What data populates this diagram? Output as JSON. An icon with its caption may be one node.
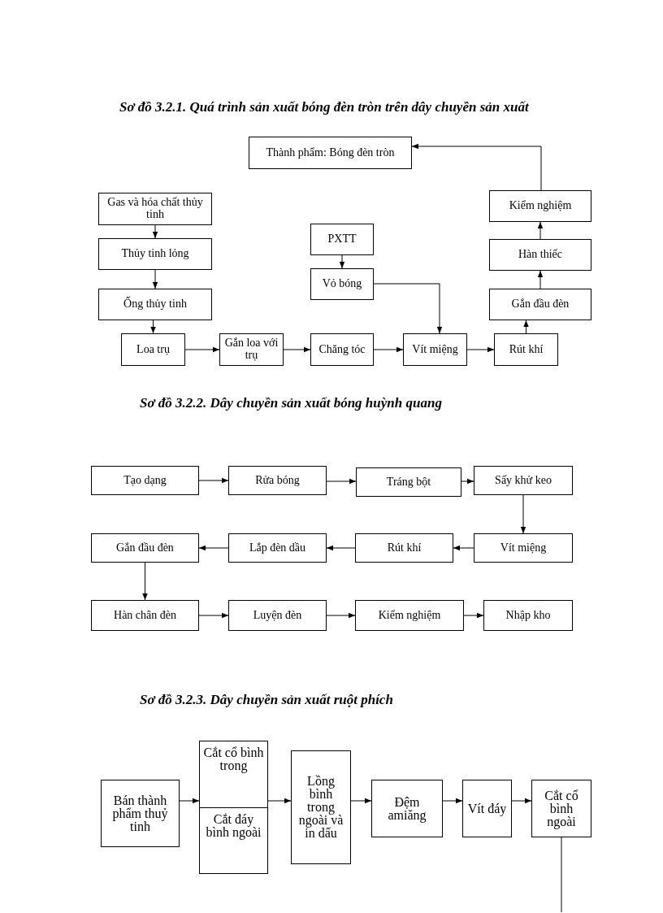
{
  "diagram": {
    "title": "Sơ đồ 3.2.1. Quá trình sản xuất bóng đèn tròn trên dây chuyền sản xuất",
    "nodes": [
      {
        "text": [
          "Thành phẩm: Bóng đèn tròn"
        ]
      },
      {
        "text": [
          "Gas và hóa chất thủy tinh"
        ]
      },
      {
        "text": [
          "Thủy tinh lỏng"
        ]
      },
      {
        "text": [
          "Ống thủy tinh"
        ]
      },
      {
        "text": [
          "Loa trụ"
        ]
      },
      {
        "text": [
          "Gắn loa với trụ"
        ]
      },
      {
        "text": [
          "PXTT"
        ]
      },
      {
        "text": [
          "Vỏ bóng"
        ]
      },
      {
        "text": [
          "Chăng tóc"
        ]
      },
      {
        "text": [
          "Vít miệng"
        ]
      },
      {
        "text": [
          "Rút khí"
        ]
      },
      {
        "text": [
          "Gắn đầu đèn"
        ]
      },
      {
        "text": [
          "Hàn thiếc"
        ]
      },
      {
        "text": [
          "Kiểm nghiệm"
        ]
      },
      {
        "text": [
          "Tạo dạng"
        ]
      },
      {
        "text": [
          "Rửa bóng"
        ]
      },
      {
        "text": [
          "Tráng bột"
        ]
      },
      {
        "text": [
          "Sấy khử keo"
        ]
      },
      {
        "text": [
          "Gắn đầu đèn"
        ]
      },
      {
        "text": [
          "Lắp đèn dầu"
        ]
      },
      {
        "text": [
          "Rút khí"
        ]
      },
      {
        "text": [
          "Vít miệng"
        ]
      },
      {
        "text": [
          "Hàn chân đèn"
        ]
      },
      {
        "text": [
          "Luyện đèn"
        ]
      },
      {
        "text": [
          "Kiểm nghiệm"
        ]
      },
      {
        "text": [
          "Nhập kho"
        ]
      },
      {
        "text": [
          "Bán thành phẩm thuỷ tinh"
        ]
      },
      {
        "text": [
          "Cắt cổ bình trong",
          "Cắt đáy bình ngoài"
        ]
      },
      {
        "text": [
          "Lồng bình trong ngoài và in dấu"
        ]
      },
      {
        "text": [
          "Đệm amiăng"
        ]
      },
      {
        "text": [
          "Vít đáy"
        ]
      },
      {
        "text": [
          "Cắt cổ bình ngoài"
        ]
      }
    ],
    "edges": [
      {
        "from": 1,
        "to": 2,
        "arrow": "to"
      },
      {
        "from": 2,
        "to": 3,
        "arrow": "to"
      },
      {
        "from": 3,
        "to": 4,
        "arrow": "to"
      },
      {
        "from": 4,
        "to": 5,
        "arrow": "to"
      },
      {
        "from": 5,
        "to": 8,
        "arrow": "to"
      },
      {
        "from": 8,
        "to": 9,
        "arrow": "to"
      },
      {
        "from": 9,
        "to": 10,
        "arrow": "to"
      },
      {
        "from": 6,
        "to": 7,
        "arrow": "to"
      },
      {
        "from": 7,
        "to": 9,
        "arrow": "to"
      },
      {
        "from": 10,
        "to": 11,
        "arrow": "to"
      },
      {
        "from": 11,
        "to": 12,
        "arrow": "to"
      },
      {
        "from": 12,
        "to": 13,
        "arrow": "to"
      },
      {
        "from": 13,
        "to": 0,
        "arrow": "to"
      },
      {
        "from": 14,
        "to": 15,
        "arrow": "to"
      },
      {
        "from": 15,
        "to": 16,
        "arrow": "to"
      },
      {
        "from": 16,
        "to": 17,
        "arrow": "to"
      },
      {
        "from": 17,
        "to": 21,
        "arrow": "to"
      },
      {
        "from": 21,
        "to": 20,
        "arrow": "to"
      },
      {
        "from": 20,
        "to": 19,
        "arrow": "to"
      },
      {
        "from": 19,
        "to": 18,
        "arrow": "to"
      },
      {
        "from": 18,
        "to": 22,
        "arrow": "to"
      },
      {
        "from": 22,
        "to": 23,
        "arrow": "to"
      },
      {
        "from": 23,
        "to": 24,
        "arrow": "to"
      },
      {
        "from": 24,
        "to": 25,
        "arrow": "to"
      },
      {
        "from": 26,
        "to": 27,
        "arrow": "to"
      },
      {
        "from": 27,
        "to": 28,
        "arrow": "to"
      },
      {
        "from": 28,
        "to": 29,
        "arrow": "to"
      },
      {
        "from": 29,
        "to": 30,
        "arrow": "to"
      },
      {
        "from": 30,
        "to": 31,
        "arrow": "to"
      },
      {
        "from": 31,
        "to": null,
        "arrow": "none"
      }
    ],
    "labels": [
      "Sơ đồ 3.2.2. Dây chuyền sản xuất bóng huỳnh quang",
      "Sơ đồ 3.2.3. Dây chuyền sản xuất ruột phích"
    ]
  }
}
